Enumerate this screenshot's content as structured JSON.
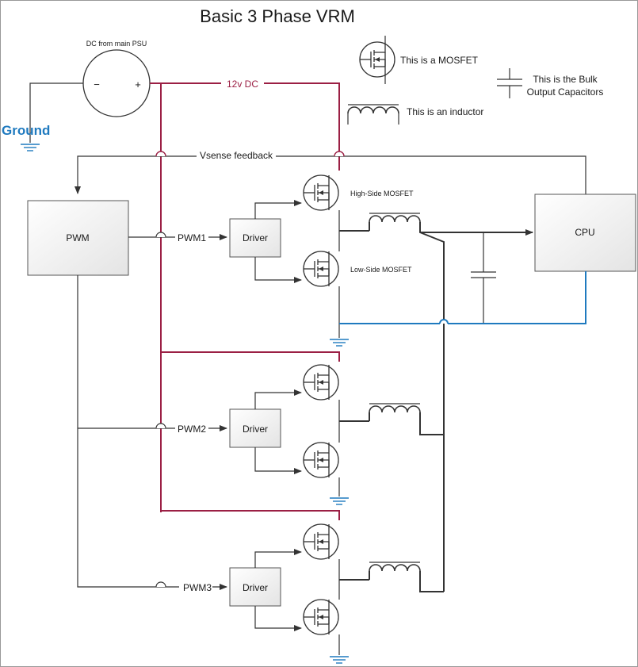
{
  "title": "Basic 3 Phase VRM",
  "psu_label": "DC from main PSU",
  "psu_minus": "−",
  "psu_plus": "+",
  "ground_label": "Ground",
  "rail_label": "12v DC",
  "feedback_label": "Vsense feedback",
  "legend": {
    "mosfet": "This is a MOSFET",
    "inductor": "This is an inductor",
    "capacitor_line1": "This is the Bulk",
    "capacitor_line2": "Output Capacitors"
  },
  "blocks": {
    "pwm": "PWM",
    "cpu": "CPU",
    "driver": "Driver"
  },
  "phases": [
    {
      "signal": "PWM1",
      "high_label": "High-Side MOSFET",
      "low_label": "Low-Side MOSFET"
    },
    {
      "signal": "PWM2"
    },
    {
      "signal": "PWM3"
    }
  ],
  "colors": {
    "rail": "#9b1f44",
    "ground": "#1f7abf",
    "wire": "#333333"
  }
}
